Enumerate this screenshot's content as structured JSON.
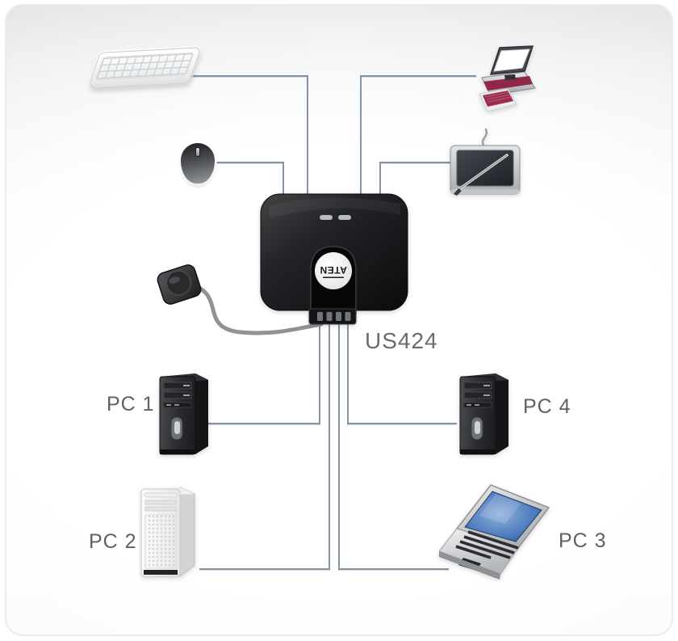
{
  "diagram": {
    "model_label": "US424",
    "switch": {
      "brand_logo": "ATEN",
      "led_count": 2
    },
    "peripherals": [
      {
        "id": "keyboard",
        "icon": "keyboard-icon"
      },
      {
        "id": "mouse",
        "icon": "mouse-icon"
      },
      {
        "id": "printer",
        "icon": "printer-icon"
      },
      {
        "id": "graphics-tablet",
        "icon": "graphics-tablet-icon"
      },
      {
        "id": "remote-port-selector",
        "icon": "remote-selector-icon"
      }
    ],
    "computers": [
      {
        "id": "pc1",
        "label": "PC 1",
        "type": "desktop-tower-black"
      },
      {
        "id": "pc2",
        "label": "PC 2",
        "type": "desktop-tower-white"
      },
      {
        "id": "pc3",
        "label": "PC 3",
        "type": "laptop"
      },
      {
        "id": "pc4",
        "label": "PC 4",
        "type": "desktop-tower-black"
      }
    ],
    "colors": {
      "connection_line": "#8593a3",
      "label_text": "#606164",
      "printer_accent": "#8f2746",
      "laptop_screen": "#3465a8",
      "switch_body": "#1c1c1e"
    }
  }
}
